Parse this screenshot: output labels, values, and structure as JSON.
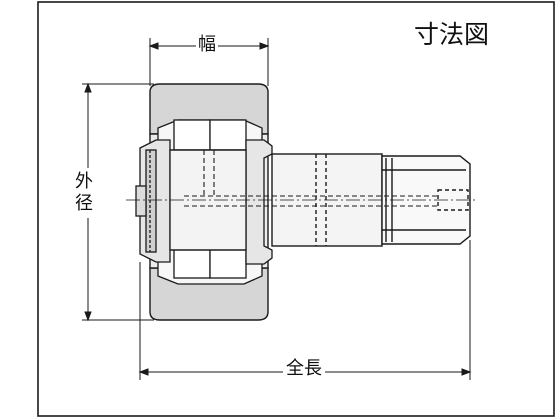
{
  "diagram": {
    "title": "寸法図",
    "labels": {
      "width": "幅",
      "outer_diameter": "外径",
      "overall_length": "全長"
    },
    "colors": {
      "line": "#1a1a1a",
      "fill_light": "#f2f2f2",
      "fill_mid": "#e2e2e2",
      "fill_dark": "#cfcfcf",
      "background": "#ffffff"
    }
  }
}
